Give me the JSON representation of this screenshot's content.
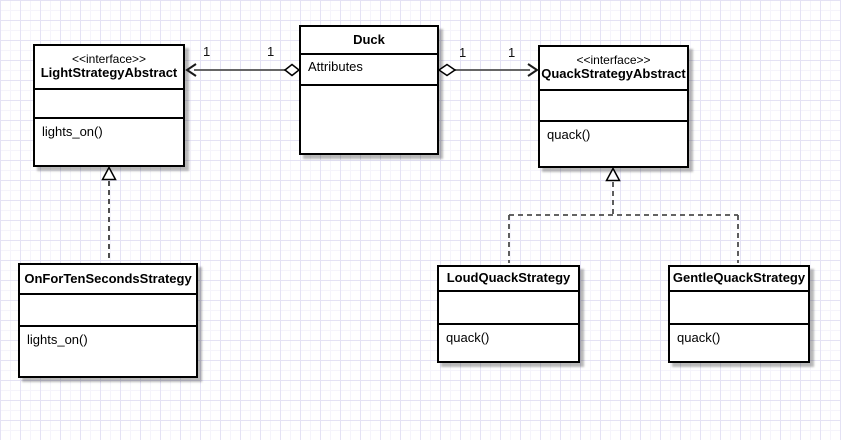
{
  "diagram": {
    "kind": "uml-class-diagram",
    "classes": [
      {
        "id": "light-strategy-abstract",
        "stereotype": "<<interface>>",
        "name": "LightStrategyAbstract",
        "attributes": "",
        "methods": "lights_on()"
      },
      {
        "id": "duck",
        "stereotype": "",
        "name": "Duck",
        "attributes": "Attributes",
        "methods": ""
      },
      {
        "id": "quack-strategy-abstract",
        "stereotype": "<<interface>>",
        "name": "QuackStrategyAbstract",
        "attributes": "",
        "methods": "quack()"
      },
      {
        "id": "on-for-ten-seconds-strategy",
        "stereotype": "",
        "name": "OnForTenSecondsStrategy",
        "attributes": "",
        "methods": "lights_on()"
      },
      {
        "id": "loud-quack-strategy",
        "stereotype": "",
        "name": "LoudQuackStrategy",
        "attributes": "",
        "methods": "quack()"
      },
      {
        "id": "gentle-quack-strategy",
        "stereotype": "",
        "name": "GentleQuackStrategy",
        "attributes": "",
        "methods": "quack()"
      }
    ],
    "relationships": [
      {
        "type": "aggregation",
        "from": "Duck",
        "to": "LightStrategyAbstract",
        "source_multiplicity": "1",
        "target_multiplicity": "1"
      },
      {
        "type": "aggregation",
        "from": "Duck",
        "to": "QuackStrategyAbstract",
        "source_multiplicity": "1",
        "target_multiplicity": "1"
      },
      {
        "type": "realization",
        "from": "OnForTenSecondsStrategy",
        "to": "LightStrategyAbstract"
      },
      {
        "type": "realization",
        "from": "LoudQuackStrategy",
        "to": "QuackStrategyAbstract"
      },
      {
        "type": "realization",
        "from": "GentleQuackStrategy",
        "to": "QuackStrategyAbstract"
      }
    ],
    "colors": {
      "box_fill": "#ffffff",
      "box_border": "#000000",
      "edge_line": "#666666",
      "dashed_line": "#4d4d4d",
      "grid_minor": "#f5f4fb",
      "grid_major": "#e4e2f4",
      "shadow": "#b8b8b8"
    }
  }
}
